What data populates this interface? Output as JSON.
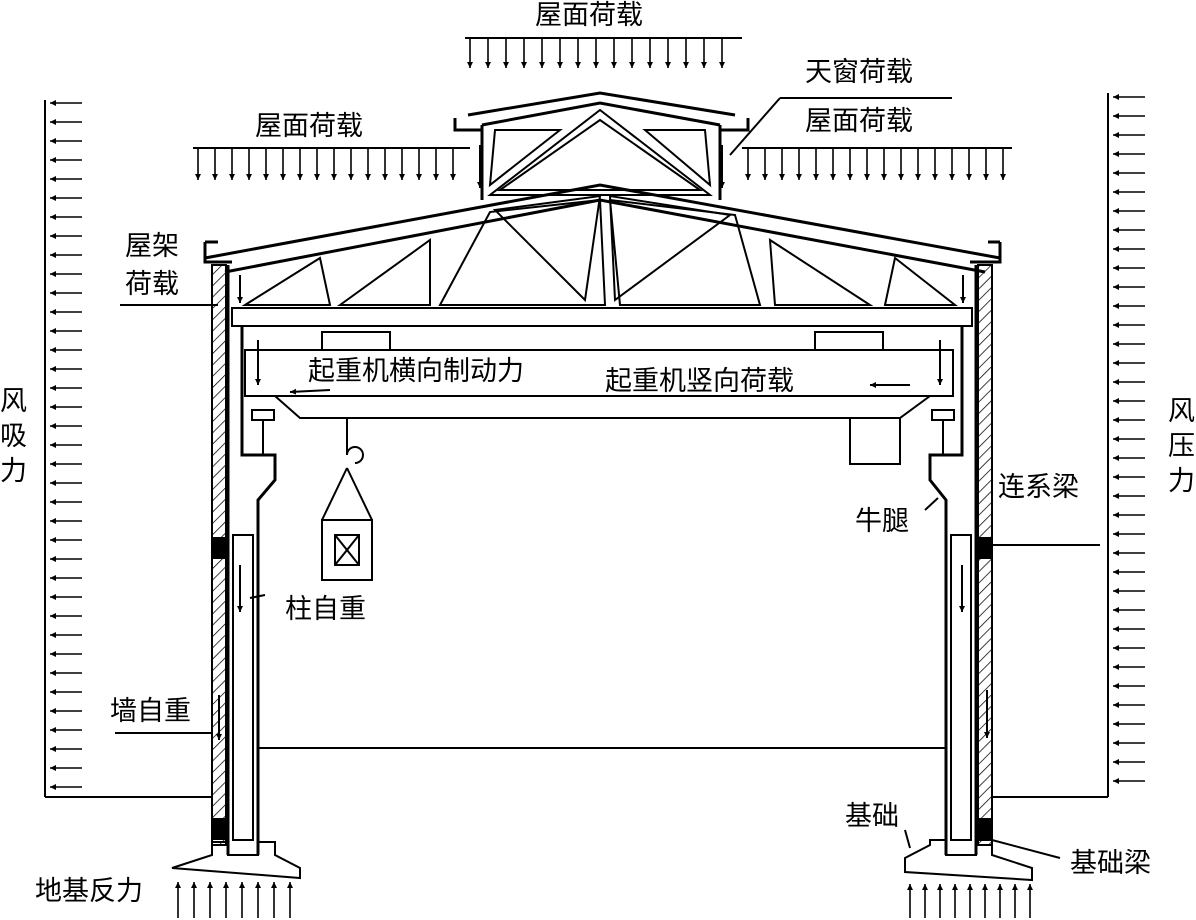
{
  "labels": {
    "roof_load_top": "屋面荷载",
    "roof_load_left": "屋面荷载",
    "roof_load_right": "屋面荷载",
    "skylight_load": "天窗荷载",
    "truss_load_line1": "屋架",
    "truss_load_line2": "荷载",
    "crane_lateral_brake": "起重机横向制动力",
    "crane_vertical_load": "起重机竖向荷载",
    "wind_suction_1": "风",
    "wind_suction_2": "吸",
    "wind_suction_3": "力",
    "wind_pressure_1": "风",
    "wind_pressure_2": "压",
    "wind_pressure_3": "力",
    "corbel": "牛腿",
    "tie_beam": "连系梁",
    "column_self_weight": "柱自重",
    "wall_self_weight": "墙自重",
    "foundation": "基础",
    "foundation_beam": "基础梁",
    "ground_reaction": "地基反力"
  }
}
